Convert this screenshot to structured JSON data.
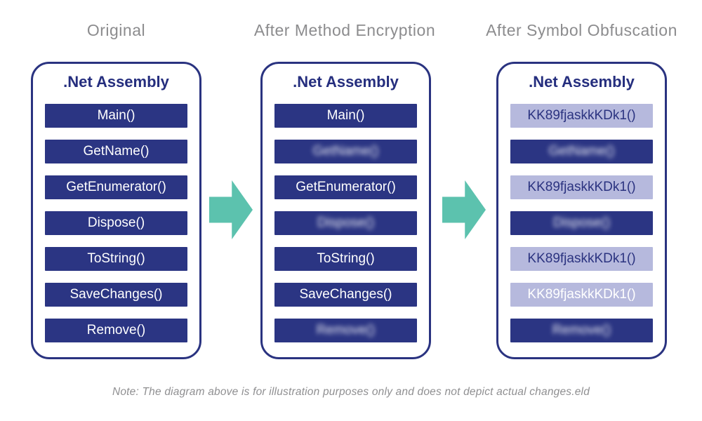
{
  "colors": {
    "bar_navy": "#2b3583",
    "bar_light_purple": "#b6b9dd",
    "panel_border_navy": "#2a3380",
    "title_navy": "#252e7e",
    "header_gray": "#8c8c8e",
    "arrow_teal": "#5cc2ae",
    "note_gray": "#8f8f91"
  },
  "columns": [
    {
      "header": "Original",
      "panel_title": ".Net Assembly",
      "items": [
        {
          "label": "Main()",
          "bar": "dark",
          "text": "white",
          "blurred": false
        },
        {
          "label": "GetName()",
          "bar": "dark",
          "text": "white",
          "blurred": false
        },
        {
          "label": "GetEnumerator()",
          "bar": "dark",
          "text": "white",
          "blurred": false
        },
        {
          "label": "Dispose()",
          "bar": "dark",
          "text": "white",
          "blurred": false
        },
        {
          "label": "ToString()",
          "bar": "dark",
          "text": "white",
          "blurred": false
        },
        {
          "label": "SaveChanges()",
          "bar": "dark",
          "text": "white",
          "blurred": false
        },
        {
          "label": "Remove()",
          "bar": "dark",
          "text": "white",
          "blurred": false
        }
      ]
    },
    {
      "header": "After Method Encryption",
      "panel_title": ".Net Assembly",
      "items": [
        {
          "label": "Main()",
          "bar": "dark",
          "text": "white",
          "blurred": false
        },
        {
          "label": "GetName()",
          "bar": "dark",
          "text": "white",
          "blurred": true
        },
        {
          "label": "GetEnumerator()",
          "bar": "dark",
          "text": "white",
          "blurred": false
        },
        {
          "label": "Dispose()",
          "bar": "dark",
          "text": "white",
          "blurred": true
        },
        {
          "label": "ToString()",
          "bar": "dark",
          "text": "white",
          "blurred": false
        },
        {
          "label": "SaveChanges()",
          "bar": "dark",
          "text": "white",
          "blurred": false
        },
        {
          "label": "Remove()",
          "bar": "dark",
          "text": "white",
          "blurred": true
        }
      ]
    },
    {
      "header": "After Symbol Obfuscation",
      "panel_title": ".Net Assembly",
      "items": [
        {
          "label": "KK89fjaskkKDk1()",
          "bar": "light",
          "text": "navy",
          "blurred": false
        },
        {
          "label": "GetName()",
          "bar": "dark",
          "text": "white",
          "blurred": true
        },
        {
          "label": "KK89fjaskkKDk1()",
          "bar": "light",
          "text": "navy",
          "blurred": false
        },
        {
          "label": "Dispose()",
          "bar": "dark",
          "text": "white",
          "blurred": true
        },
        {
          "label": "KK89fjaskkKDk1()",
          "bar": "light",
          "text": "navy",
          "blurred": false
        },
        {
          "label": "KK89fjaskkKDk1()",
          "bar": "light",
          "text": "white",
          "blurred": false
        },
        {
          "label": "Remove()",
          "bar": "dark",
          "text": "white",
          "blurred": true
        }
      ]
    }
  ],
  "arrows": [
    {
      "name": "arrow-right"
    },
    {
      "name": "arrow-right"
    }
  ],
  "note": "Note: The diagram above is for illustration purposes only and does not depict actual changes.eld"
}
